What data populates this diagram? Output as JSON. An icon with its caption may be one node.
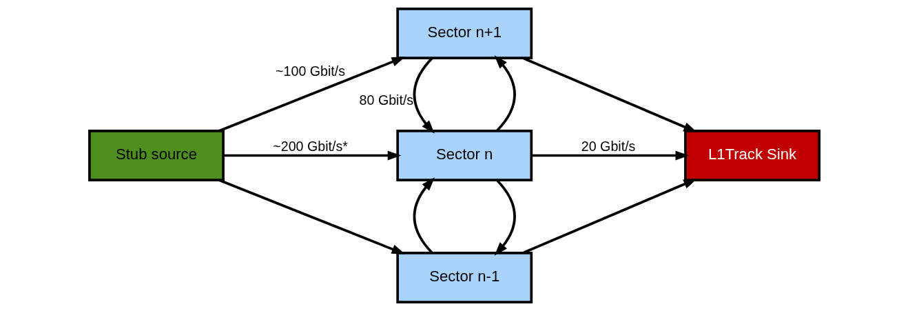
{
  "diagram": {
    "nodes": [
      {
        "text": [
          "Stub source"
        ]
      },
      {
        "text": [
          "Sector n+1"
        ]
      },
      {
        "text": [
          "Sector n"
        ]
      },
      {
        "text": [
          "Sector n-1"
        ]
      },
      {
        "text": [
          "L1Track Sink"
        ]
      }
    ],
    "edges": [
      {
        "from": 0,
        "to": 1,
        "arrow": "to",
        "label": "~100 Gbit/s"
      },
      {
        "from": 0,
        "to": 2,
        "arrow": "to",
        "label": "~200 Gbit/s*"
      },
      {
        "from": 0,
        "to": 3,
        "arrow": "to"
      },
      {
        "from": 2,
        "to": 1,
        "arrow": "to"
      },
      {
        "from": 1,
        "to": 2,
        "arrow": "to",
        "label": "80 Gbit/s"
      },
      {
        "from": 2,
        "to": 3,
        "arrow": "to"
      },
      {
        "from": 3,
        "to": 2,
        "arrow": "to"
      },
      {
        "from": 1,
        "to": 4,
        "arrow": "to"
      },
      {
        "from": 2,
        "to": 4,
        "arrow": "to",
        "label": "20 Gbit/s"
      },
      {
        "from": 3,
        "to": 4,
        "arrow": "to"
      }
    ]
  }
}
